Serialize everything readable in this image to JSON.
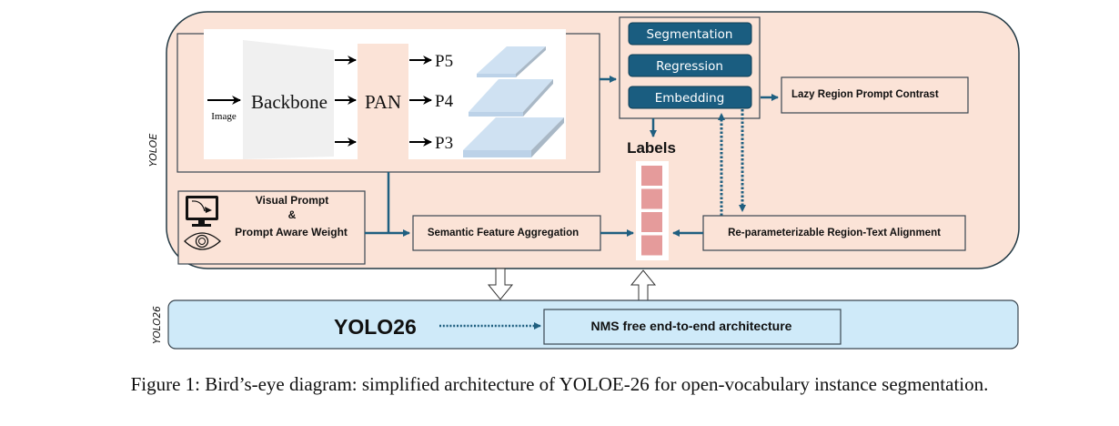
{
  "colors": {
    "yoloe_bg": "#fbe3d7",
    "yolo26_bg": "#cfeaf9",
    "head_box": "#1a5d80",
    "arrow": "#1f5f80",
    "label_cell": "#e59b9b",
    "feature_map": "#cfe1f2",
    "backbone": "#f0f0f0"
  },
  "yoloe": {
    "side_label": "YOLOE",
    "backbone_panel": {
      "input_label": "Image",
      "backbone_label": "Backbone",
      "neck_label": "PAN",
      "outputs": [
        "P5",
        "P4",
        "P3"
      ]
    },
    "head": {
      "items": [
        "Segmentation",
        "Regression",
        "Embedding"
      ]
    },
    "lazy_region": "Lazy Region Prompt Contrast",
    "labels_title": "Labels",
    "label_cells": 4,
    "visual_prompt": {
      "line1": "Visual Prompt",
      "line2": "&",
      "line3": "Prompt Aware Weight"
    },
    "semantic_feature": "Semantic Feature Aggregation",
    "reparam": "Re-parameterizable Region-Text Alignment"
  },
  "yolo26": {
    "side_label": "YOLO26",
    "title": "YOLO26",
    "nms_box": "NMS free end-to-end architecture"
  },
  "caption": "Figure 1: Bird’s-eye diagram: simplified architecture of YOLOE-26 for open-vocabulary instance segmentation."
}
